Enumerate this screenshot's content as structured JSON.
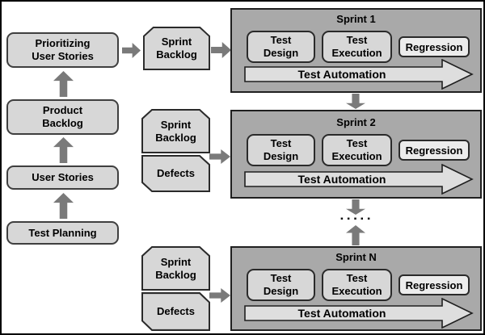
{
  "colors": {
    "canvas_bg": "#ffffff",
    "outer_border": "#000000",
    "light_box_fill": "#d7d7d7",
    "sprint_panel_fill": "#a9a9a9",
    "regression_fill": "#ececec",
    "automation_arrow_fill": "#dedede",
    "connector_gray": "#7a7a7a",
    "text": "#000000"
  },
  "left_flow": {
    "test_planning": "Test Planning",
    "user_stories": "User Stories",
    "product_backlog": "Product\nBacklog",
    "prioritizing": "Prioritizing\nUser Stories"
  },
  "feeds": {
    "sprint1_backlog": "Sprint\nBacklog",
    "sprint2_backlog": "Sprint\nBacklog",
    "sprint2_defects": "Defects",
    "sprintN_backlog": "Sprint\nBacklog",
    "sprintN_defects": "Defects"
  },
  "sprints": [
    {
      "title": "Sprint 1",
      "test_design": "Test\nDesign",
      "test_execution": "Test\nExecution",
      "regression": "Regression",
      "automation": "Test Automation"
    },
    {
      "title": "Sprint 2",
      "test_design": "Test\nDesign",
      "test_execution": "Test\nExecution",
      "regression": "Regression",
      "automation": "Test Automation"
    },
    {
      "title": "Sprint N",
      "test_design": "Test\nDesign",
      "test_execution": "Test\nExecution",
      "regression": "Regression",
      "automation": "Test Automation"
    }
  ],
  "connectors": {
    "ellipsis": "▪ ▪ ▪ ▪ ▪"
  }
}
